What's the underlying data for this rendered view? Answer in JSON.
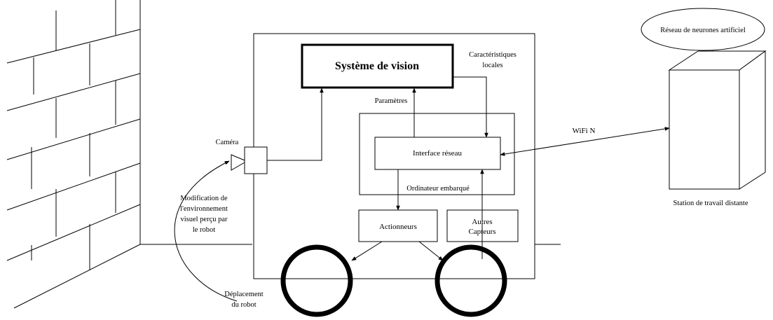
{
  "vision": {
    "title": "Système de vision"
  },
  "features": {
    "line1": "Caractéristiques",
    "line2": "locales"
  },
  "params": {
    "label": "Paramètres"
  },
  "camera": {
    "label": "Caméra"
  },
  "onboard": {
    "label": "Ordinateur embarqué"
  },
  "net": {
    "label": "Interface réseau"
  },
  "actuators": {
    "label": "Actionneurs"
  },
  "sensors": {
    "line1": "Autres",
    "line2": "Capteurs"
  },
  "wifi": {
    "label": "WiFi N"
  },
  "nn": {
    "label": "Réseau de neurones artificiel"
  },
  "station": {
    "label": "Station de travail distante"
  },
  "modif": {
    "lines": [
      "Modification de",
      "l'environnement",
      "visuel perçu par",
      "le robot"
    ]
  },
  "move": {
    "line1": "Déplacement",
    "line2": "du robot"
  }
}
